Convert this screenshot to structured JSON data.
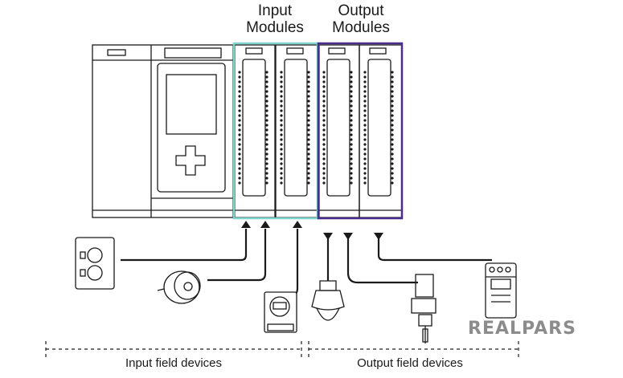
{
  "labels": {
    "input_modules": "Input\nModules",
    "output_modules": "Output\nModules",
    "input_devices": "Input field devices",
    "output_devices": "Output field devices",
    "logo": "REALPARS"
  },
  "colors": {
    "input_highlight": "#7fd4cc",
    "output_highlight": "#4b2c8f",
    "line": "#1a1a1a",
    "logo": "#8c8c8c"
  },
  "icons": [
    "plc-rack-icon",
    "push-button-box-icon",
    "rotary-encoder-icon",
    "digital-meter-icon",
    "indicator-lamp-icon",
    "solenoid-valve-icon",
    "motor-starter-icon"
  ]
}
